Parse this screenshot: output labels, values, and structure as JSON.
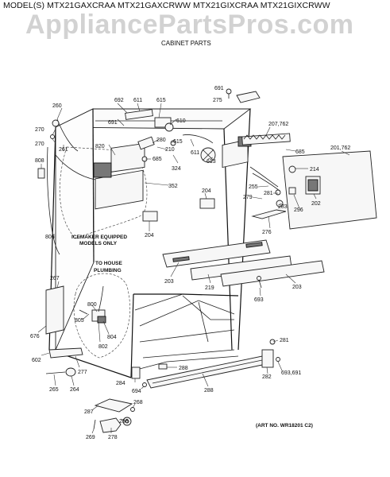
{
  "header": {
    "models": "MODEL(S) MTX21GAXCRAA MTX21GAXCRWW MTX21GIXCRAA MTX21GIXCRWW",
    "watermark": "AppliancePartsPros.com",
    "subtitle": "CABINET PARTS"
  },
  "footer": {
    "art_no": "(ART NO. WR18201 C2)"
  },
  "notes": {
    "icemaker_line1": "ICEMAKER EQUIPPED",
    "icemaker_line2": "MODELS ONLY",
    "plumbing_line1": "TO HOUSE",
    "plumbing_line2": "PLUMBING"
  },
  "parts": [
    {
      "id": "691a",
      "label": "691"
    },
    {
      "id": "275",
      "label": "275"
    },
    {
      "id": "692",
      "label": "692"
    },
    {
      "id": "611a",
      "label": "611"
    },
    {
      "id": "615a",
      "label": "615"
    },
    {
      "id": "610",
      "label": "610"
    },
    {
      "id": "691b",
      "label": "691"
    },
    {
      "id": "260",
      "label": "260"
    },
    {
      "id": "270a",
      "label": "270"
    },
    {
      "id": "270b",
      "label": "270"
    },
    {
      "id": "261",
      "label": "261"
    },
    {
      "id": "820",
      "label": "820"
    },
    {
      "id": "280",
      "label": "280"
    },
    {
      "id": "210",
      "label": "210"
    },
    {
      "id": "615b",
      "label": "615"
    },
    {
      "id": "611b",
      "label": "611"
    },
    {
      "id": "613",
      "label": "613"
    },
    {
      "id": "207762",
      "label": "207,762"
    },
    {
      "id": "685a",
      "label": "685"
    },
    {
      "id": "201762",
      "label": "201,762"
    },
    {
      "id": "685b",
      "label": "685"
    },
    {
      "id": "324",
      "label": "324"
    },
    {
      "id": "808",
      "label": "808"
    },
    {
      "id": "352",
      "label": "352"
    },
    {
      "id": "214",
      "label": "214"
    },
    {
      "id": "204a",
      "label": "204"
    },
    {
      "id": "255",
      "label": "255"
    },
    {
      "id": "281a",
      "label": "281"
    },
    {
      "id": "279",
      "label": "279"
    },
    {
      "id": "283",
      "label": "283"
    },
    {
      "id": "296",
      "label": "296"
    },
    {
      "id": "202",
      "label": "202"
    },
    {
      "id": "204b",
      "label": "204"
    },
    {
      "id": "276",
      "label": "276"
    },
    {
      "id": "806",
      "label": "806"
    },
    {
      "id": "267",
      "label": "267"
    },
    {
      "id": "203a",
      "label": "203"
    },
    {
      "id": "219",
      "label": "219"
    },
    {
      "id": "203b",
      "label": "203"
    },
    {
      "id": "800",
      "label": "800"
    },
    {
      "id": "805",
      "label": "805"
    },
    {
      "id": "693",
      "label": "693"
    },
    {
      "id": "676",
      "label": "676"
    },
    {
      "id": "804",
      "label": "804"
    },
    {
      "id": "802",
      "label": "802"
    },
    {
      "id": "281b",
      "label": "281"
    },
    {
      "id": "602",
      "label": "602"
    },
    {
      "id": "277",
      "label": "277"
    },
    {
      "id": "288a",
      "label": "288"
    },
    {
      "id": "282",
      "label": "282"
    },
    {
      "id": "693691",
      "label": "693,691"
    },
    {
      "id": "284",
      "label": "284"
    },
    {
      "id": "265",
      "label": "265"
    },
    {
      "id": "264",
      "label": "264"
    },
    {
      "id": "694",
      "label": "694"
    },
    {
      "id": "288b",
      "label": "288"
    },
    {
      "id": "287",
      "label": "287"
    },
    {
      "id": "268",
      "label": "268"
    },
    {
      "id": "286",
      "label": "286"
    },
    {
      "id": "269",
      "label": "269"
    },
    {
      "id": "278",
      "label": "278"
    }
  ]
}
